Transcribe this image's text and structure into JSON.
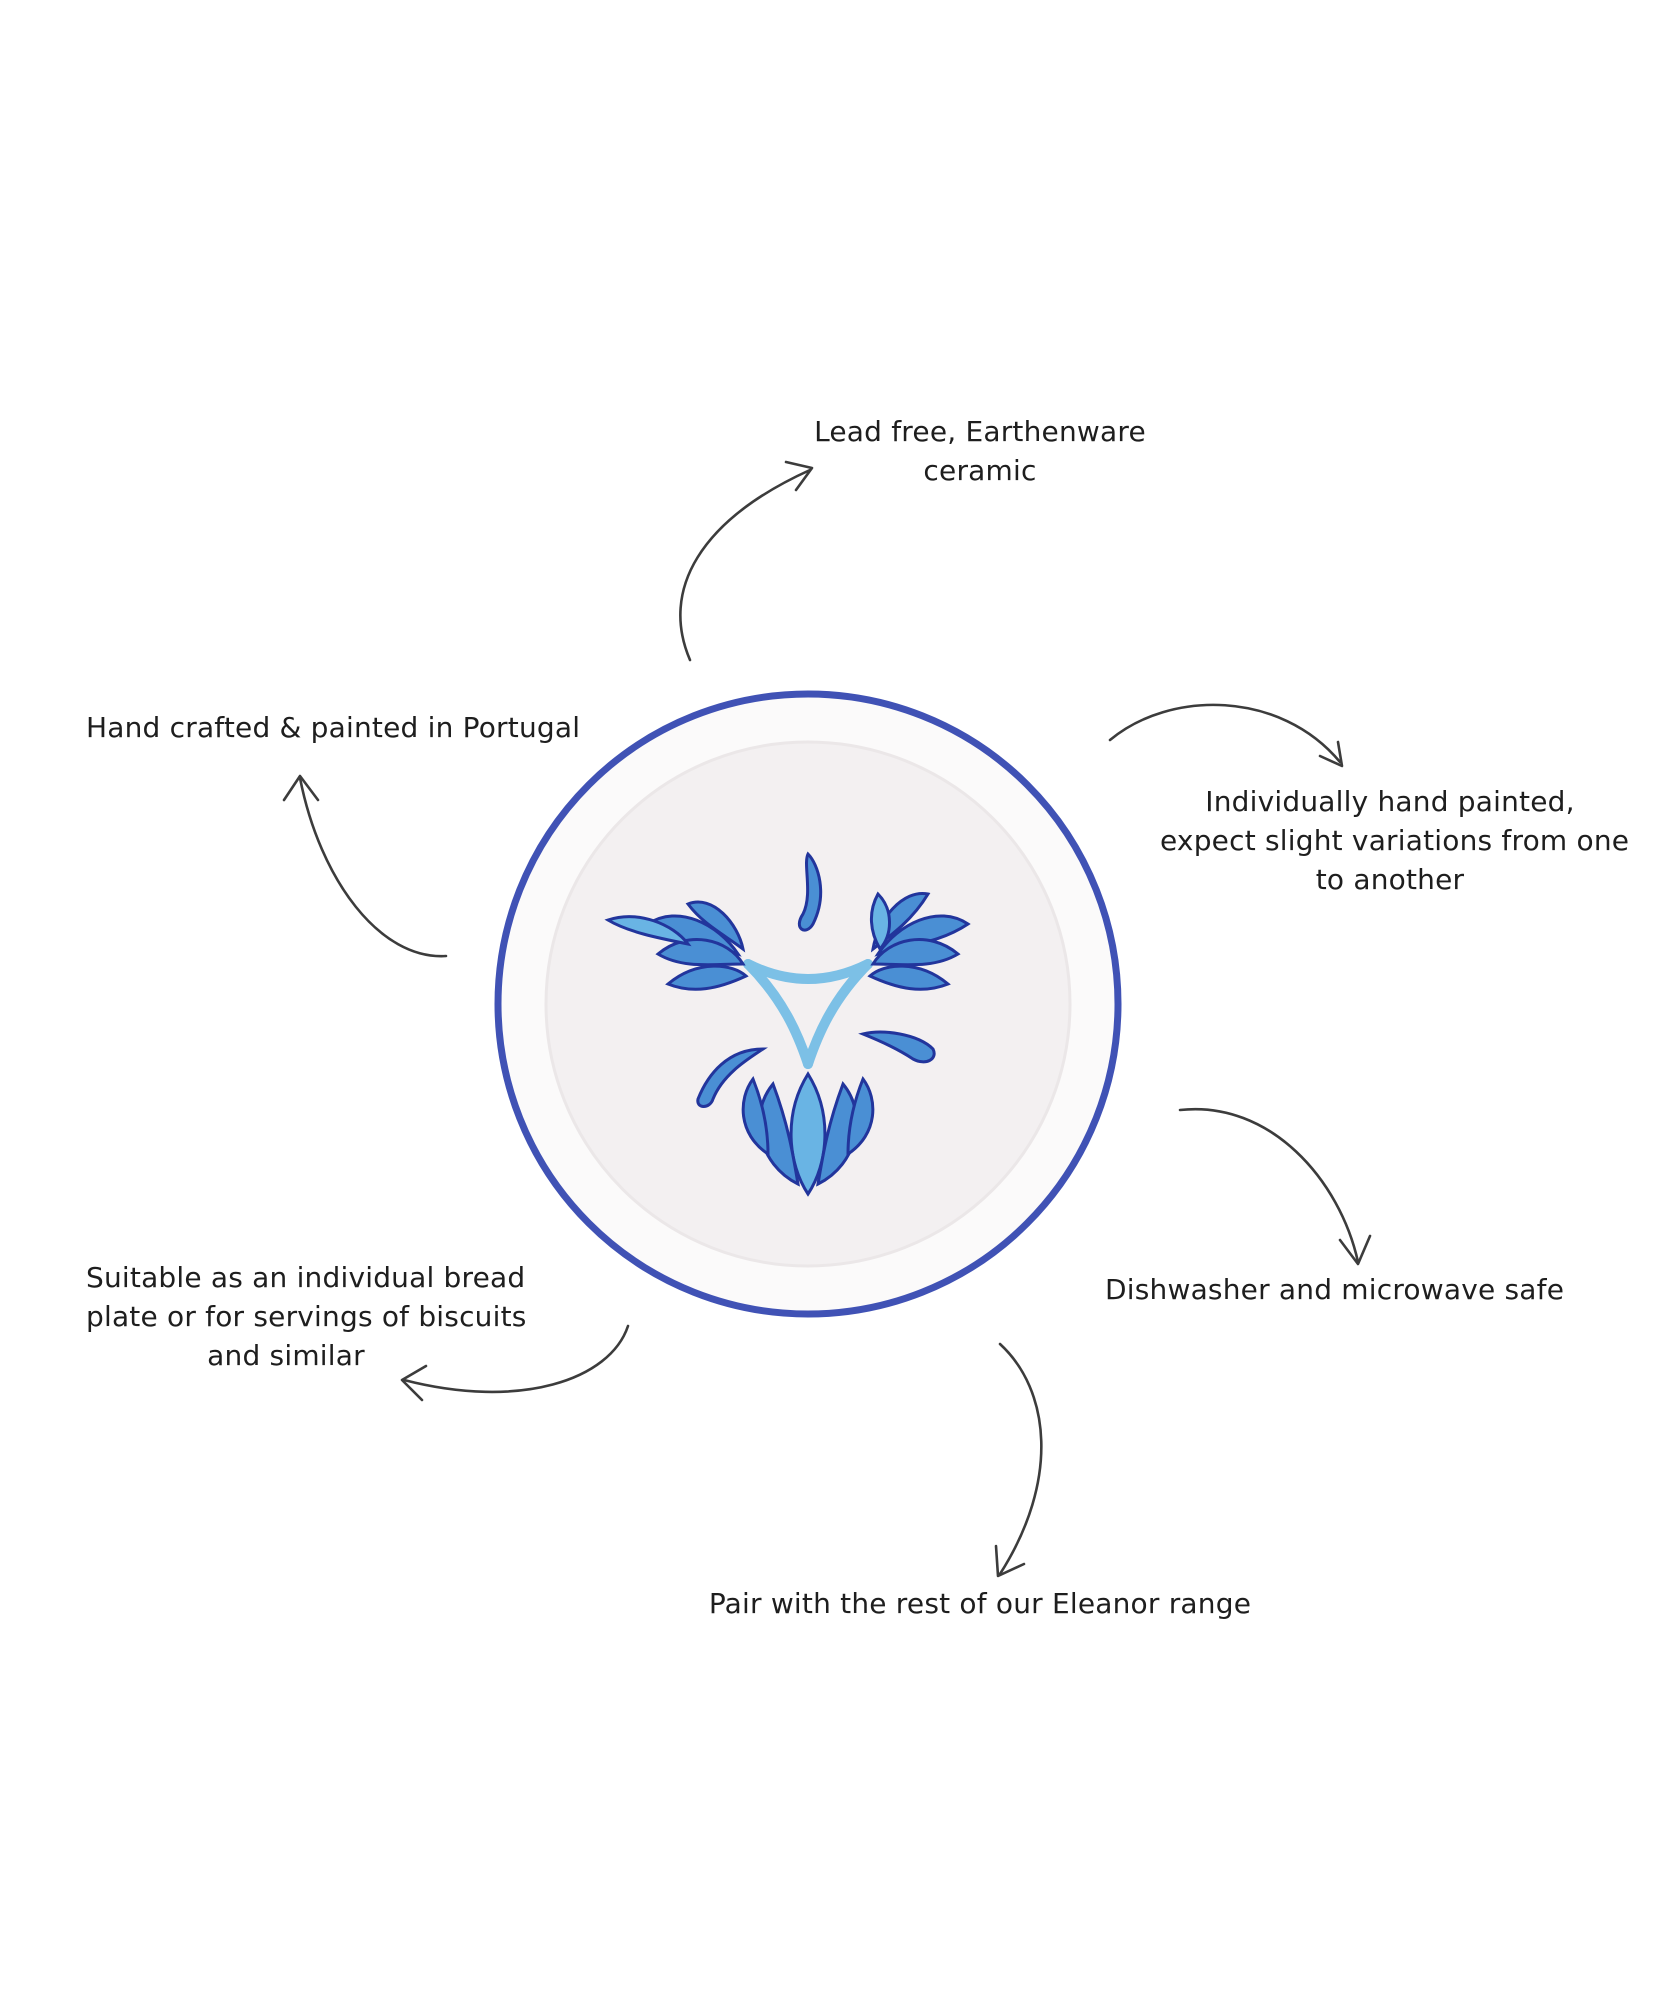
{
  "colors": {
    "background": "#ffffff",
    "text": "#1e1e1e",
    "arrow": "#3c3c3c",
    "plate_body": "#f4f1f2",
    "plate_rim": "#4052b5",
    "glaze_dark": "#2540a8",
    "glaze_light": "#5aa8dc"
  },
  "product_image": {
    "icon": "blue-floral-plate-icon"
  },
  "features": {
    "lead_free": {
      "lines": [
        "Lead free, Earthenware",
        "ceramic"
      ]
    },
    "hand_crafted": {
      "lines": [
        "Hand crafted & painted in Portugal"
      ]
    },
    "individually_painted": {
      "lines": [
        "Individually hand painted,",
        "expect slight variations from one",
        "to another"
      ]
    },
    "dishwasher": {
      "lines": [
        "Dishwasher and microwave safe"
      ]
    },
    "suitable": {
      "lines": [
        "Suitable as an individual bread",
        "plate or for servings of biscuits",
        "and similar"
      ]
    },
    "pair_with": {
      "lines": [
        "Pair with the rest of our Eleanor range"
      ]
    }
  }
}
